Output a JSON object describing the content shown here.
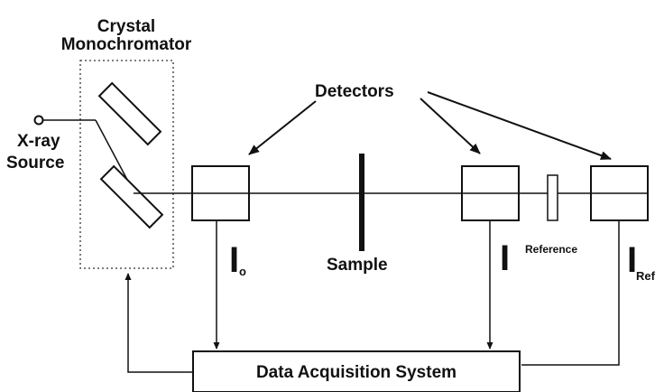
{
  "labels": {
    "monochromator_line1": "Crystal",
    "monochromator_line2": "Monochromator",
    "source_line1": "X-ray",
    "source_line2": "Source",
    "detectors": "Detectors",
    "sample": "Sample",
    "reference": "Reference",
    "i0_main": "I",
    "i0_sub": "o",
    "i_main": "I",
    "iref_main": "I",
    "iref_sub": "Ref",
    "daq": "Data Acquisition System"
  }
}
